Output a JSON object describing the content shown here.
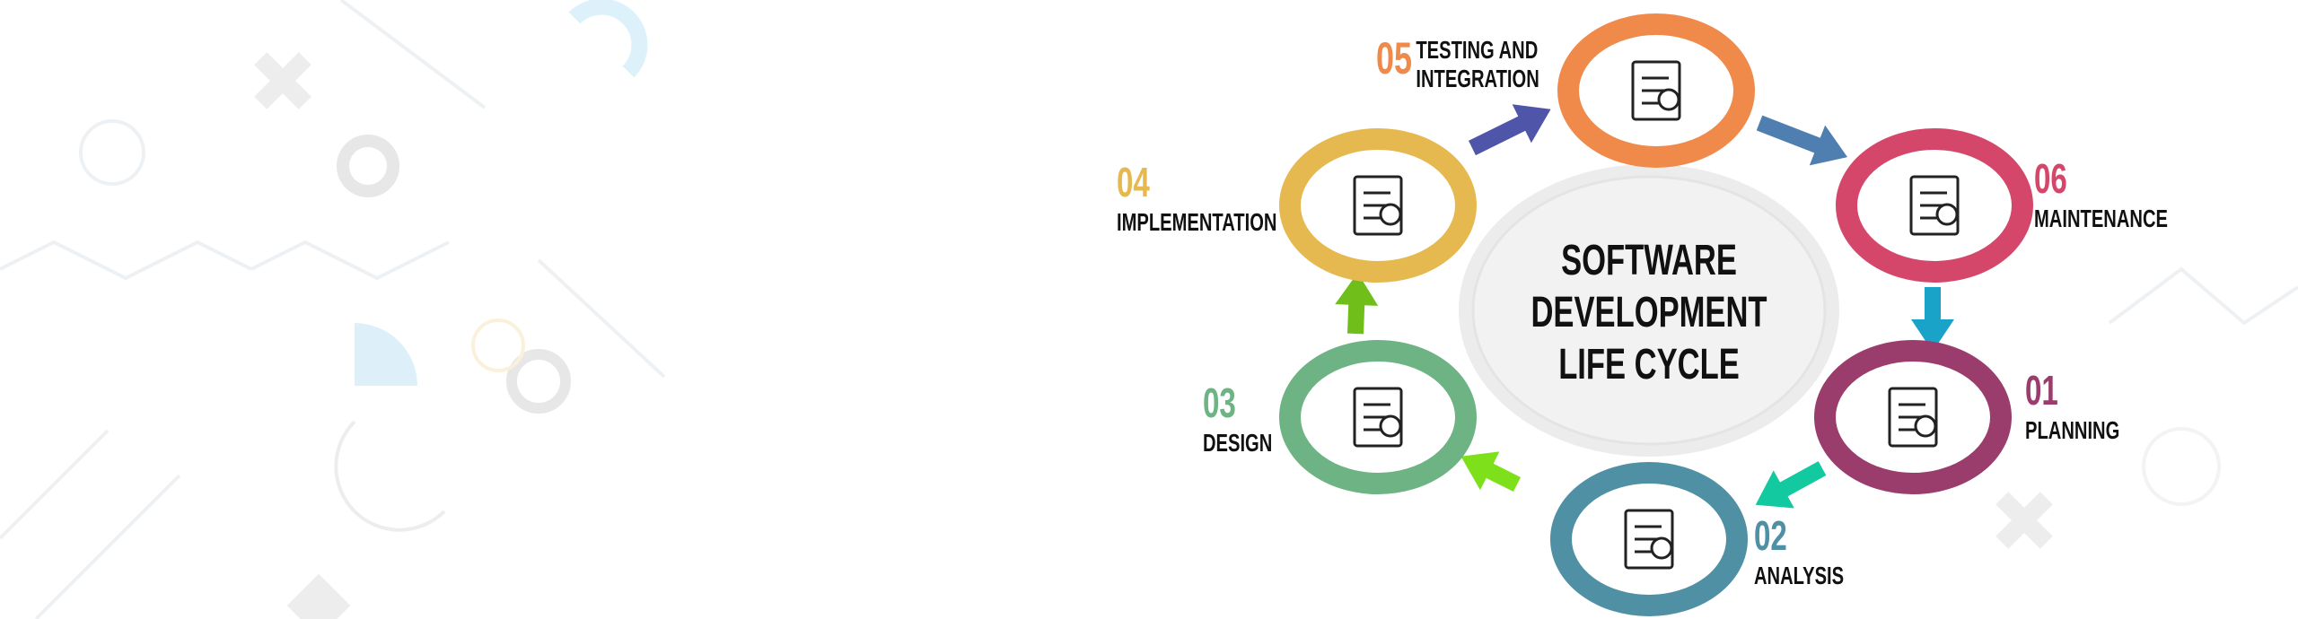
{
  "title": [
    "SOFTWARE",
    "DEVELOPMENT",
    "LIFE CYCLE"
  ],
  "stages": [
    {
      "number": "01",
      "label": "PLANNING",
      "color": "#9a3d6c",
      "icon": "clipboard-checklist-icon"
    },
    {
      "number": "02",
      "label": "ANALYSIS",
      "color": "#4f90a4",
      "icon": "magnifier-chart-icon"
    },
    {
      "number": "03",
      "label": "DESIGN",
      "color": "#6db383",
      "icon": "blueprint-pencil-icon"
    },
    {
      "number": "04",
      "label": "IMPLEMENTATION",
      "color": "#e5b94f",
      "icon": "gear-cycle-icon"
    },
    {
      "number": "05",
      "label": [
        "TESTING AND",
        "INTEGRATION"
      ],
      "color": "#ef8a4a",
      "icon": "document-search-icon"
    },
    {
      "number": "06",
      "label": "MAINTENANCE",
      "color": "#d5476a",
      "icon": "browser-gears-icon"
    }
  ],
  "arrow_colors": [
    "#1aa3c8",
    "#12c9a0",
    "#7ee01a",
    "#6fbe1a",
    "#4f55a8",
    "#4f7fb0"
  ]
}
